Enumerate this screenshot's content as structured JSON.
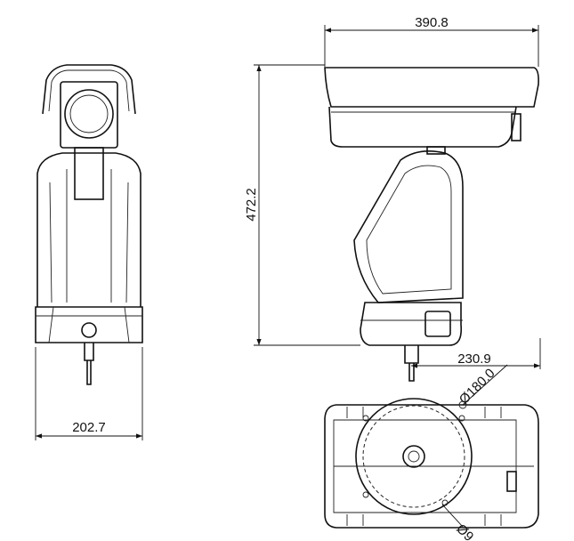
{
  "drawing": {
    "dimensions": {
      "overall_width": "390.8",
      "overall_height": "472.2",
      "front_width": "202.7",
      "base_offset": "230.9",
      "mount_diameter": "Ø180.0",
      "hole_diameter": "Ø9"
    },
    "views": [
      "front-view",
      "side-view",
      "bottom-view"
    ]
  }
}
